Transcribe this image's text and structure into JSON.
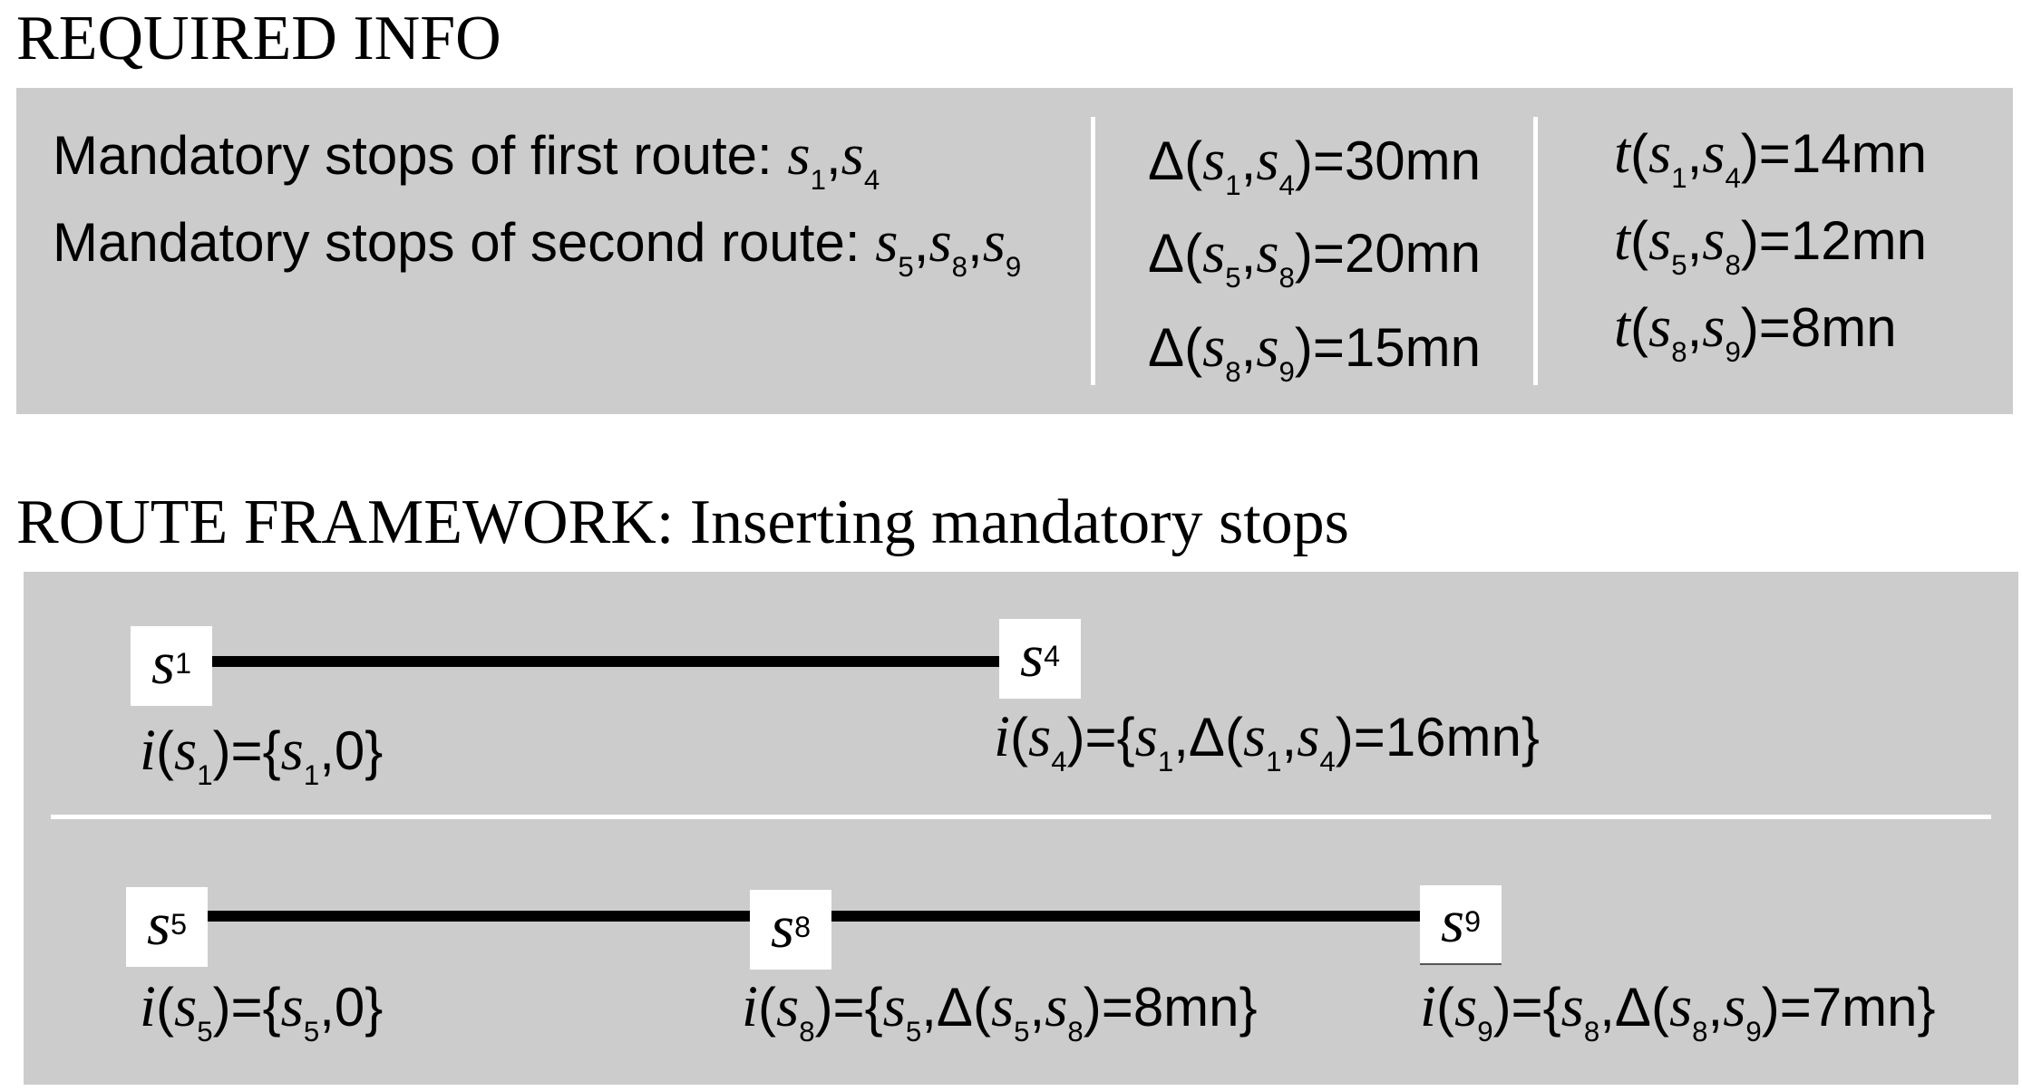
{
  "required_info": {
    "title": "REQUIRED INFO",
    "first_route_label": "Mandatory stops of first route:",
    "first_route_stops": [
      "1",
      "4"
    ],
    "second_route_label": "Mandatory stops of second route:",
    "second_route_stops": [
      "5",
      "8",
      "9"
    ],
    "delta_rows": [
      {
        "from": "1",
        "to": "4",
        "value": "30mn"
      },
      {
        "from": "5",
        "to": "8",
        "value": "20mn"
      },
      {
        "from": "8",
        "to": "9",
        "value": "15mn"
      }
    ],
    "time_rows": [
      {
        "from": "1",
        "to": "4",
        "value": "14mn"
      },
      {
        "from": "5",
        "to": "8",
        "value": "12mn"
      },
      {
        "from": "8",
        "to": "9",
        "value": "8mn"
      }
    ]
  },
  "route_framework": {
    "title": "ROUTE FRAMEWORK: Inserting mandatory stops",
    "route1": {
      "stops": [
        "1",
        "4"
      ],
      "labels": [
        {
          "stop": "1",
          "prev": "1",
          "value": "0"
        },
        {
          "stop": "4",
          "prev": "1",
          "delta_from": "1",
          "delta_to": "4",
          "value": "16mn"
        }
      ]
    },
    "route2": {
      "stops": [
        "5",
        "8",
        "9"
      ],
      "labels": [
        {
          "stop": "5",
          "prev": "5",
          "value": "0"
        },
        {
          "stop": "8",
          "prev": "5",
          "delta_from": "5",
          "delta_to": "8",
          "value": "8mn"
        },
        {
          "stop": "9",
          "prev": "8",
          "delta_from": "8",
          "delta_to": "9",
          "value": "7mn"
        }
      ]
    }
  }
}
